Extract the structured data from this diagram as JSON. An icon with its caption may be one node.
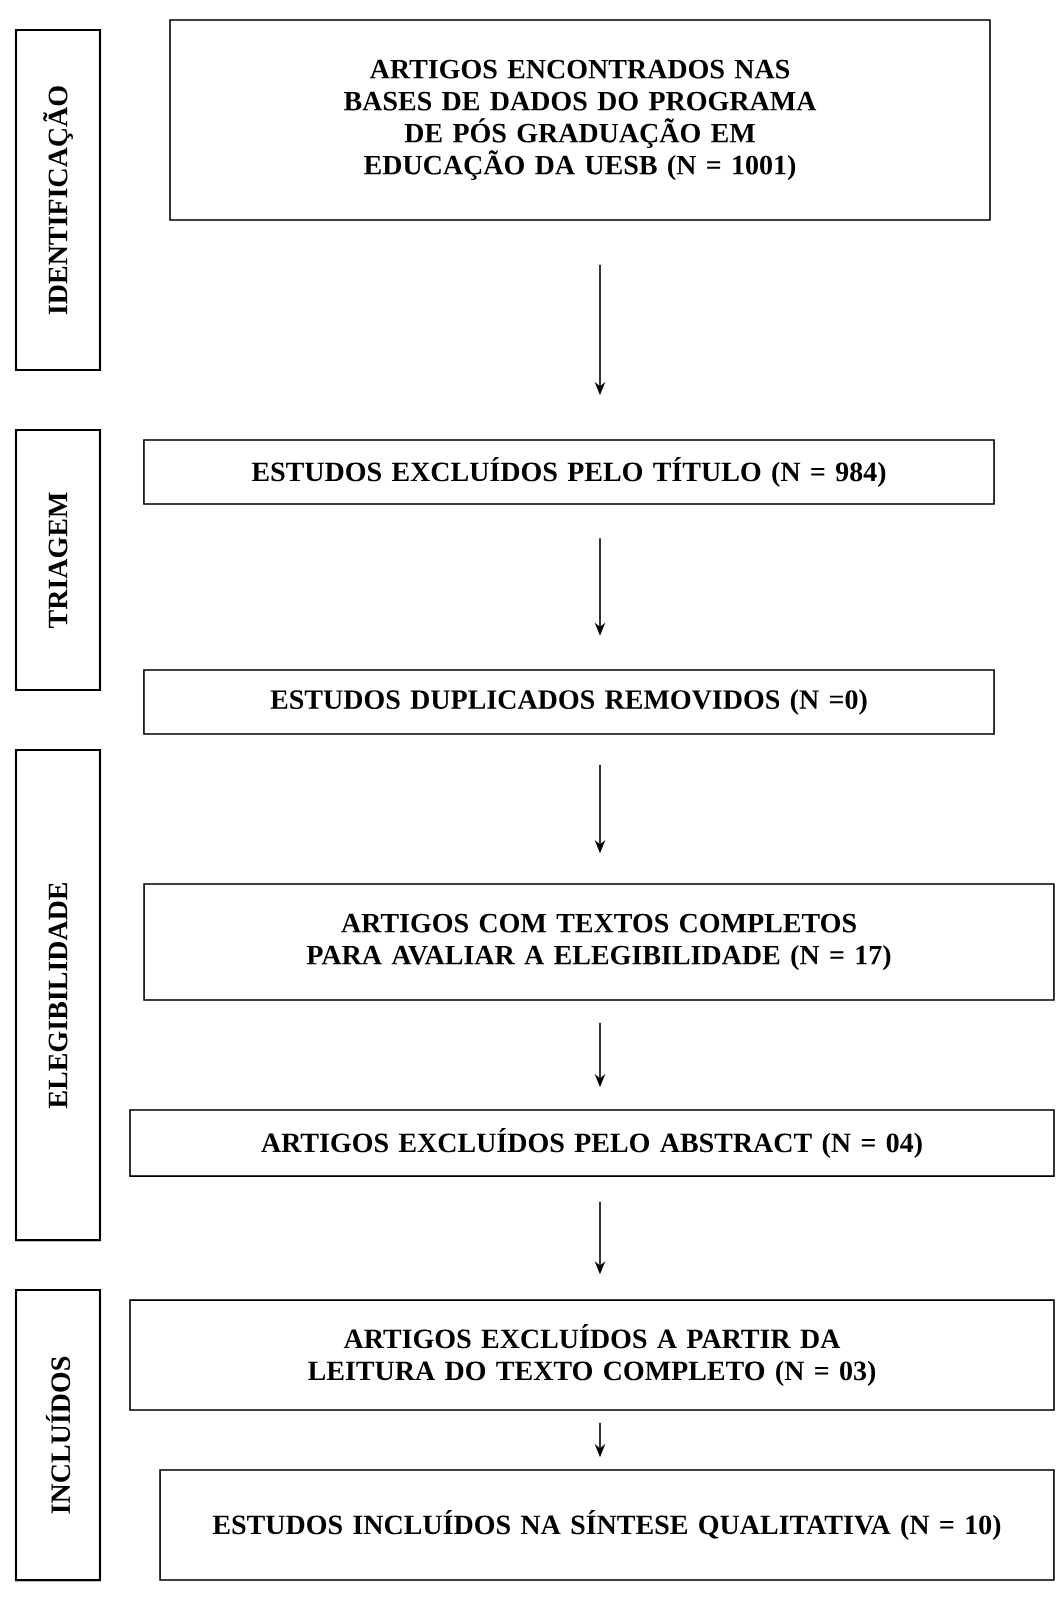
{
  "diagram": {
    "nodes": [
      {
        "text": [
          "IDENTIFICAÇÃO"
        ]
      },
      {
        "text": [
          "ARTIGOS ENCONTRADOS NAS BASES DE DADOS DO PROGRAMA DE PÓS GRADUAÇÃO EM EDUCAÇÃO DA UESB (N = 1001)"
        ]
      },
      {
        "text": [
          "TRIAGEM"
        ]
      },
      {
        "text": [
          "ESTUDOS EXCLUÍDOS PELO TÍTULO (N = 984)"
        ]
      },
      {
        "text": [
          "ESTUDOS DUPLICADOS REMOVIDOS (N =0)"
        ]
      },
      {
        "text": [
          "ELEGIBILIDADE"
        ]
      },
      {
        "text": [
          "ARTIGOS COM TEXTOS COMPLETOS PARA AVALIAR A ELEGIBILIDADE (N = 17)"
        ]
      },
      {
        "text": [
          "ARTIGOS EXCLUÍDOS PELO ABSTRACT (N = 04)"
        ]
      },
      {
        "text": [
          "INCLUÍDOS"
        ]
      },
      {
        "text": [
          "ARTIGOS EXCLUÍDOS A PARTIR DA LEITURA DO TEXTO COMPLETO (N = 03)"
        ]
      },
      {
        "text": [
          "ESTUDOS INCLUÍDOS NA SÍNTESE QUALITATIVA (N = 10)"
        ]
      }
    ],
    "edges": [
      {
        "from": 1,
        "to": 3,
        "arrow": "to"
      },
      {
        "from": 3,
        "to": 4,
        "arrow": "to"
      },
      {
        "from": 4,
        "to": 6,
        "arrow": "to"
      },
      {
        "from": 6,
        "to": 7,
        "arrow": "to"
      },
      {
        "from": 7,
        "to": 9,
        "arrow": "to"
      },
      {
        "from": 9,
        "to": 10,
        "arrow": "to"
      }
    ]
  }
}
